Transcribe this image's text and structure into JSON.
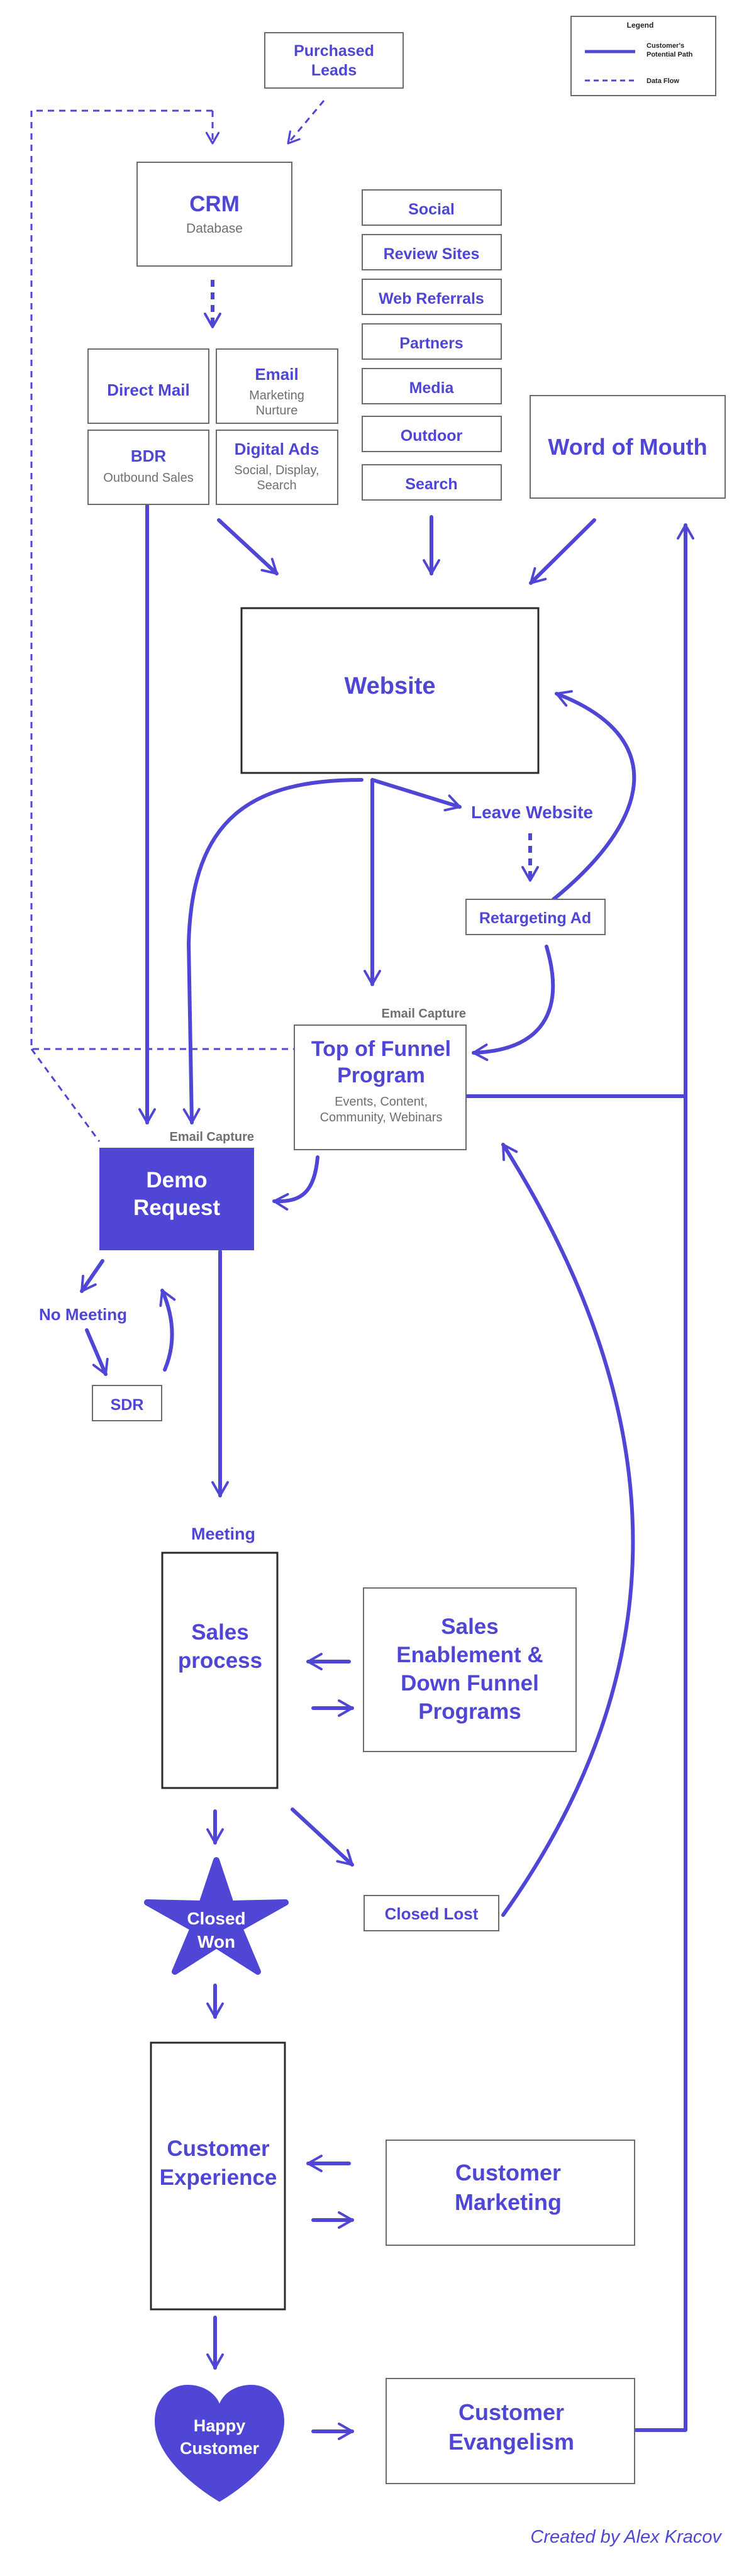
{
  "legend": {
    "title": "Legend",
    "path_label": "Customer's Potential Path",
    "flow_label": "Data Flow"
  },
  "nodes": {
    "purchased_leads": "Purchased Leads",
    "crm_title": "CRM",
    "crm_sub": "Database",
    "social": "Social",
    "review_sites": "Review Sites",
    "web_referrals": "Web Referrals",
    "partners": "Partners",
    "media": "Media",
    "outdoor": "Outdoor",
    "search": "Search",
    "direct_mail": "Direct Mail",
    "email_title": "Email",
    "email_sub": "Marketing Nurture",
    "bdr_title": "BDR",
    "bdr_sub": "Outbound Sales",
    "digital_ads_title": "Digital Ads",
    "digital_ads_sub": "Social, Display, Search",
    "word_of_mouth": "Word of Mouth",
    "website": "Website",
    "leave_website": "Leave Website",
    "retargeting_ad": "Retargeting Ad",
    "email_capture_top": "Email Capture",
    "tofu_title": "Top of Funnel Program",
    "tofu_sub": "Events, Content, Community, Webinars",
    "email_capture_demo": "Email Capture",
    "demo_request": "Demo Request",
    "no_meeting": "No Meeting",
    "sdr": "SDR",
    "meeting": "Meeting",
    "sales_process": "Sales process",
    "sales_enablement": "Sales Enablement & Down Funnel Programs",
    "closed_won": "Closed Won",
    "closed_lost": "Closed Lost",
    "customer_experience": "Customer Experience",
    "customer_marketing": "Customer Marketing",
    "happy_customer": "Happy Customer",
    "customer_evangelism": "Customer Evangelism"
  },
  "credit": "Created by Alex Kracov",
  "colors": {
    "accent": "#4f46d6",
    "box_border": "#6b6b6b",
    "sub_text": "#6f6f6f"
  }
}
